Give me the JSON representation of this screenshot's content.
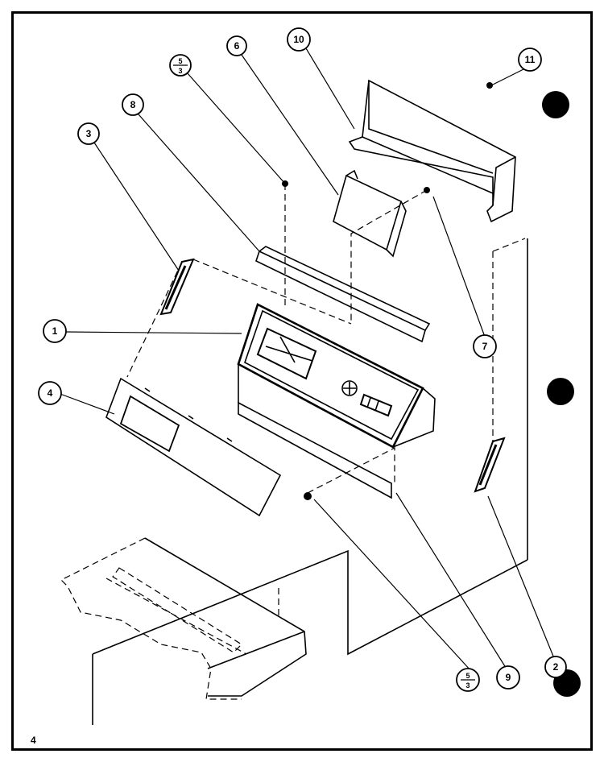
{
  "callouts": {
    "c1": "1",
    "c2": "2",
    "c3": "3",
    "c4": "4",
    "c6": "6",
    "c7": "7",
    "c8": "8",
    "c9": "9",
    "c10": "10",
    "c11": "11",
    "frac_top_num": "5",
    "frac_top_den": "3",
    "frac_bottom_num": "5",
    "frac_bottom_den": "3"
  },
  "page_number": "4",
  "colors": {
    "ink": "#000000",
    "paper": "#ffffff",
    "panel_gray": "#d9d9d9"
  }
}
